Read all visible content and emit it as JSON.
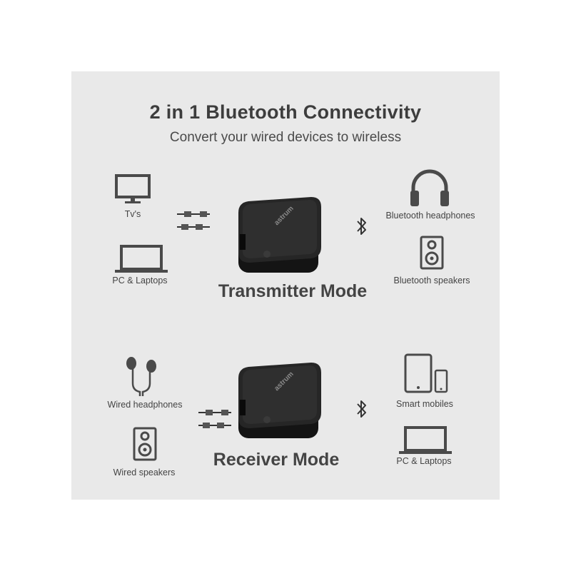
{
  "title": "2 in 1 Bluetooth Connectivity",
  "subtitle": "Convert your wired devices to wireless",
  "transmitter": {
    "mode_label": "Transmitter Mode",
    "left": [
      {
        "label": "Tv's",
        "icon": "tv-icon"
      },
      {
        "label": "PC & Laptops",
        "icon": "laptop-icon"
      }
    ],
    "right": [
      {
        "label": "Bluetooth headphones",
        "icon": "headphones-icon"
      },
      {
        "label": "Bluetooth speakers",
        "icon": "speaker-icon"
      }
    ]
  },
  "receiver": {
    "mode_label": "Receiver Mode",
    "left": [
      {
        "label": "Wired headphones",
        "icon": "earphones-icon"
      },
      {
        "label": "Wired speakers",
        "icon": "speaker-icon"
      }
    ],
    "right": [
      {
        "label": "Smart mobiles",
        "icon": "tablet-phone-icon"
      },
      {
        "label": "PC & Laptops",
        "icon": "laptop-icon"
      }
    ]
  },
  "device_brand": "astrum",
  "colors": {
    "panel_bg": "#e9e9e9",
    "icon": "#4a4a4a",
    "device": "#1f1f1f"
  }
}
